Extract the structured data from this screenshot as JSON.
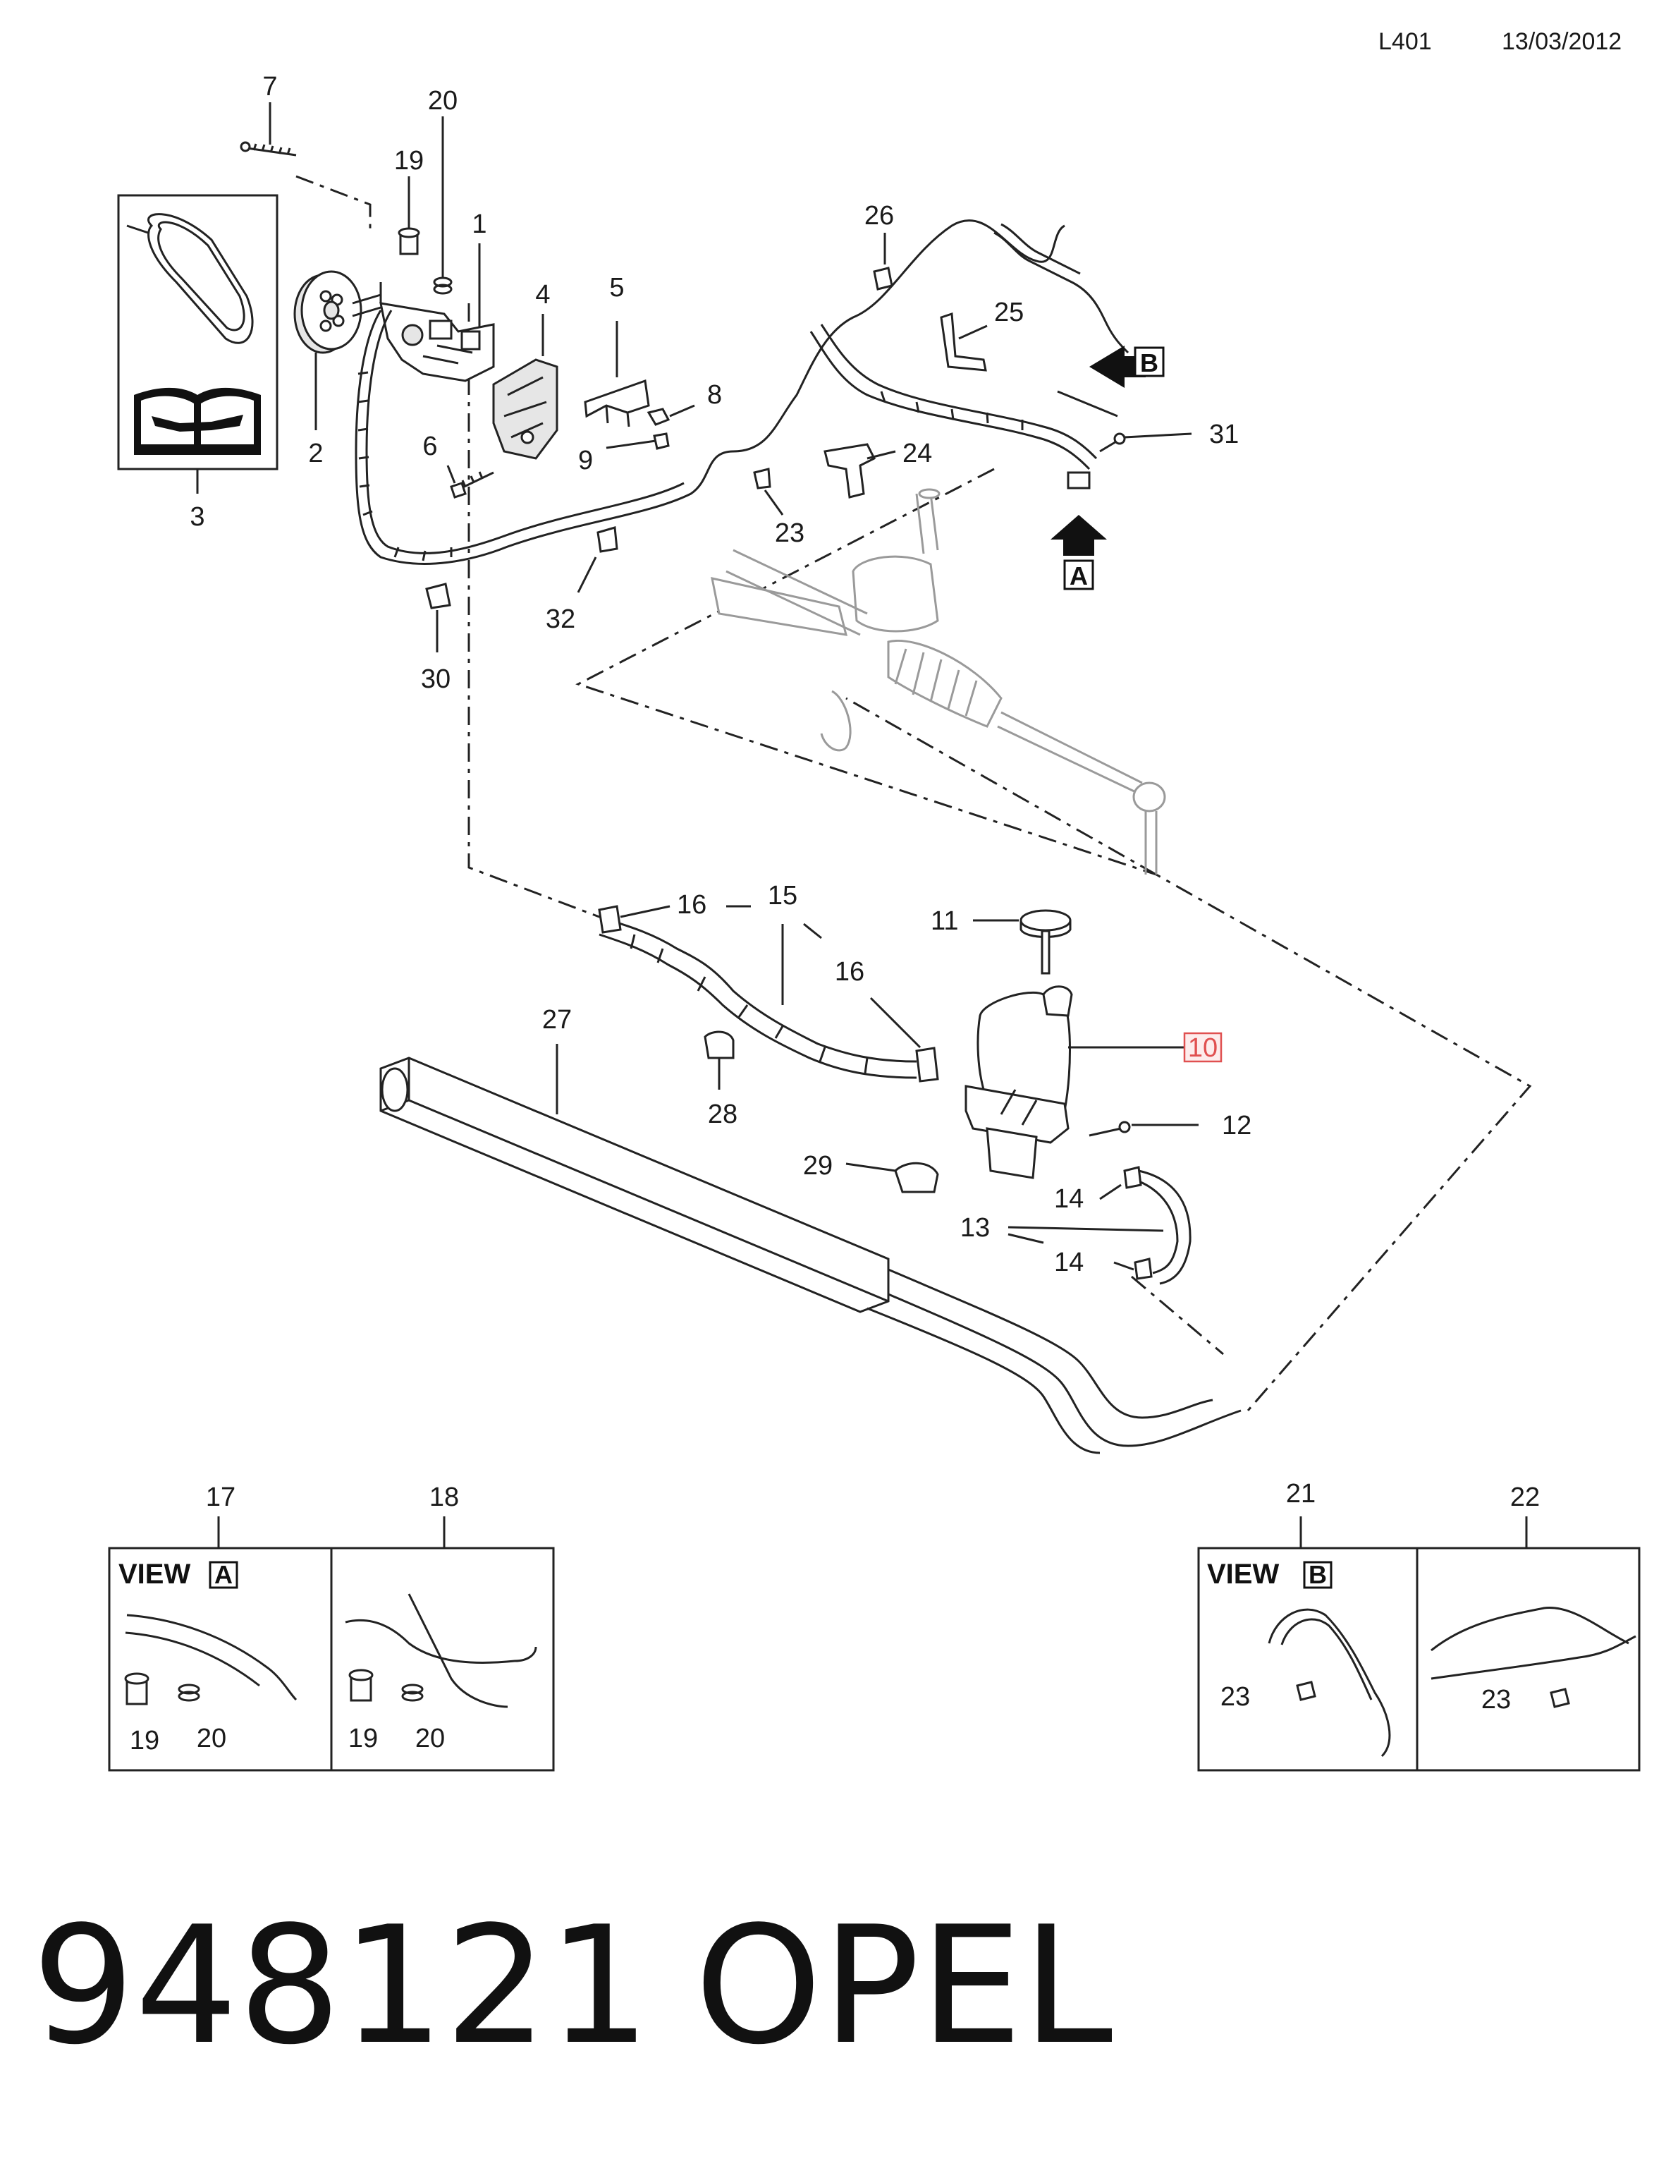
{
  "header": {
    "code": "L401",
    "date": "13/03/2012"
  },
  "callouts": {
    "c1": "1",
    "c2": "2",
    "c3": "3",
    "c4": "4",
    "c5": "5",
    "c6": "6",
    "c7": "7",
    "c8": "8",
    "c9": "9",
    "c10": "10",
    "c11": "11",
    "c12": "12",
    "c13": "13",
    "c14a": "14",
    "c14b": "14",
    "c15": "15",
    "c16a": "16",
    "c16b": "16",
    "c17": "17",
    "c18": "18",
    "c19": "19",
    "c20": "20",
    "c21": "21",
    "c22": "22",
    "c23": "23",
    "c24": "24",
    "c25": "25",
    "c26": "26",
    "c27": "27",
    "c28": "28",
    "c29": "29",
    "c30": "30",
    "c31": "31",
    "c32": "32"
  },
  "view_markers": {
    "a": "A",
    "b": "B"
  },
  "views": {
    "view_a": {
      "title": "VIEW",
      "letter": "A",
      "label_19": "19",
      "label_20": "20",
      "right_19": "19",
      "right_20": "20"
    },
    "view_b": {
      "title": "VIEW",
      "letter": "B",
      "label_23": "23",
      "right_23": "23"
    }
  },
  "highlight_color": "#e05050",
  "footer": {
    "part_number": "948121",
    "brand": "OPEL"
  }
}
